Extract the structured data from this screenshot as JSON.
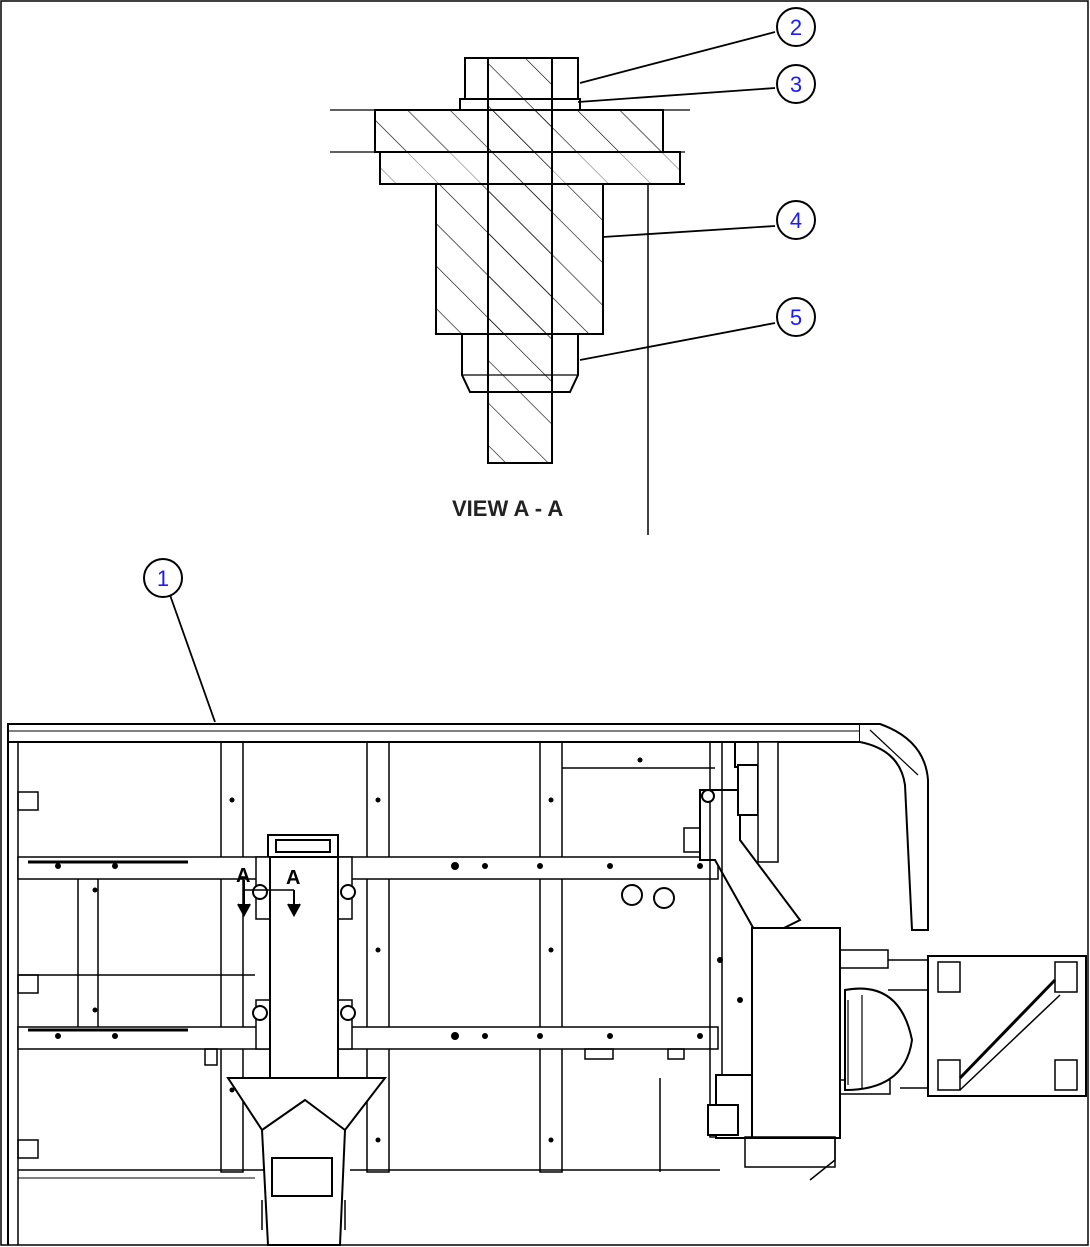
{
  "diagram": {
    "view_label": "VIEW A - A",
    "section_marks": {
      "left_letter": "A",
      "right_letter": "A"
    },
    "callouts": [
      {
        "id": "1",
        "label": "1"
      },
      {
        "id": "2",
        "label": "2"
      },
      {
        "id": "3",
        "label": "3"
      },
      {
        "id": "4",
        "label": "4"
      },
      {
        "id": "5",
        "label": "5"
      }
    ],
    "colors": {
      "line": "#000000",
      "callout_text": "#1a1aff",
      "background": "#ffffff"
    }
  }
}
